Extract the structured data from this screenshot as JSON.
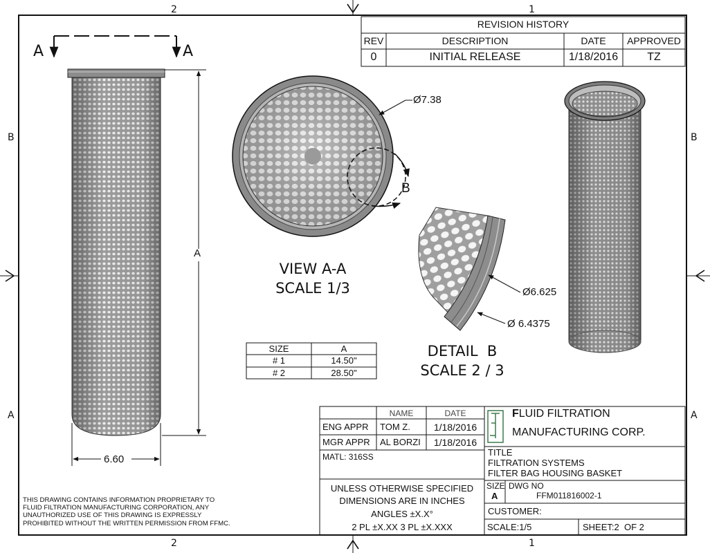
{
  "border_zones": {
    "top_left": "2",
    "top_right": "1",
    "bottom_left": "2",
    "bottom_right": "1",
    "left_upper": "B",
    "left_lower": "A",
    "right_upper": "B",
    "right_lower": "A"
  },
  "section": {
    "label_left": "A",
    "label_right": "A"
  },
  "dims": {
    "height": "A",
    "diameter": "6.60",
    "view_dia": "Ø7.38",
    "detail_outer": "Ø6.625",
    "detail_inner": "Ø 6.4375",
    "detail_marker": "B"
  },
  "views": {
    "view_aa_title": "VIEW A-A",
    "view_aa_scale": "SCALE 1/3",
    "detail_title": "DETAIL  B",
    "detail_scale": "SCALE 2 / 3"
  },
  "size_table": {
    "headers": [
      "SIZE",
      "A"
    ],
    "rows": [
      [
        "# 1",
        "14.50\""
      ],
      [
        "# 2",
        "28.50\""
      ]
    ]
  },
  "revision": {
    "title": "REVISION HISTORY",
    "headers": [
      "REV",
      "DESCRIPTION",
      "DATE",
      "APPROVED"
    ],
    "rows": [
      [
        "0",
        "INITIAL RELEASE",
        "1/18/2016",
        "TZ"
      ]
    ]
  },
  "title_block": {
    "hdr_name": "NAME",
    "hdr_date": "DATE",
    "eng_label": "ENG APPR",
    "eng_name": "TOM Z.",
    "eng_date": "1/18/2016",
    "mgr_label": "MGR APPR",
    "mgr_name": "AL BORZI",
    "mgr_date": "1/18/2016",
    "matl": "MATL: 316SS",
    "company_first": "F",
    "company_rest": "LUID FILTRATION",
    "company_line2": "MANUFACTURING CORP.",
    "title_label": "TITLE",
    "title_line1": "FILTRATION SYSTEMS",
    "title_line2": "FILTER BAG HOUSING BASKET",
    "tol_line1": "UNLESS OTHERWISE SPECIFIED",
    "tol_line2": "DIMENSIONS ARE IN INCHES",
    "tol_line3": "ANGLES ±X.X°",
    "tol_line4": "2 PL ±X.XX 3 PL ±X.XXX",
    "size_label": "SIZE",
    "size_value": "A",
    "dwg_label": "DWG NO",
    "dwg_value": "FFM011816002-1",
    "customer_label": "CUSTOMER:",
    "scale": "SCALE:1/5",
    "sheet": "SHEET:2  OF 2"
  },
  "proprietary": {
    "line1": "THIS DRAWING CONTAINS INFORMATION PROPRIETARY TO",
    "line2": "FLUID FILTRATION MANUFACTURING CORPORATION, ANY",
    "line3": "UNAUTHORIZED USE OF THIS DRAWING IS EXPRESSLY",
    "line4": "PROHIBITED WITHOUT THE WRITTEN PERMISSION FROM FFMC."
  },
  "colors": {
    "line": "#111111",
    "steel_dark": "#7a7a7a",
    "steel_mid": "#9a9a9a",
    "steel_light": "#d8d8d8",
    "hole": "#f4f4f4",
    "logo": "#3d7a4a"
  }
}
